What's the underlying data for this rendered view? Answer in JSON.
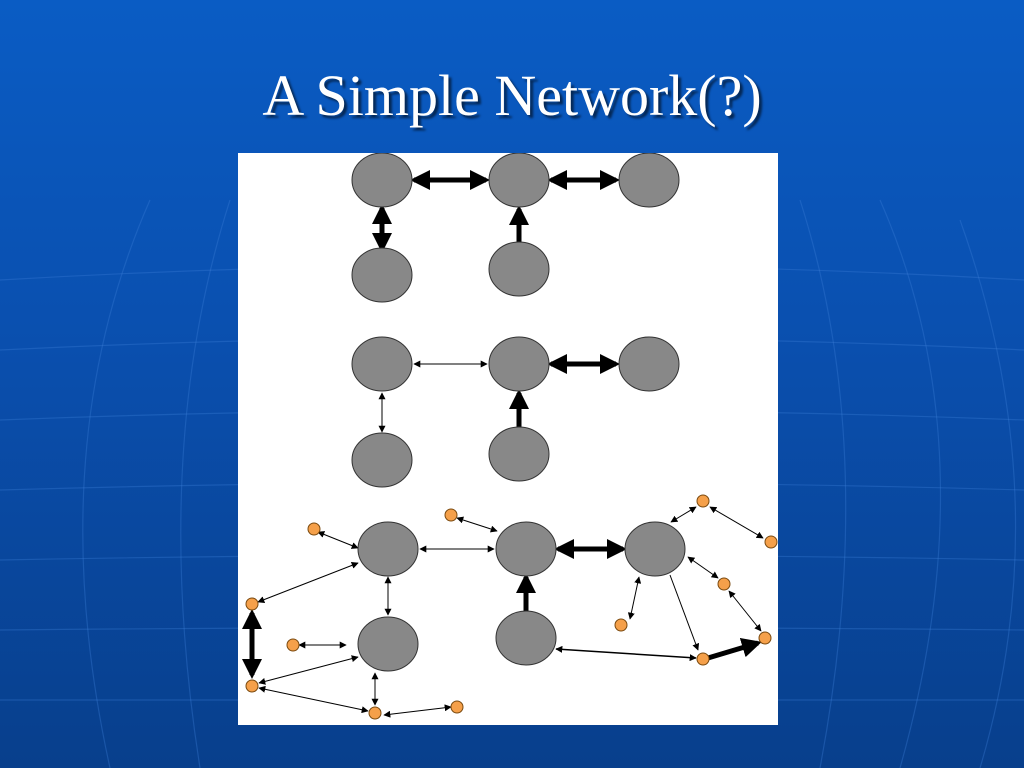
{
  "slide": {
    "title": "A Simple Network(?)"
  },
  "colors": {
    "background": "#0a4fae",
    "panel": "#ffffff",
    "large_node": "#888888",
    "small_node": "#f5a04a",
    "edge": "#000000"
  },
  "diagram": {
    "node_types": [
      "large-node",
      "small-node"
    ],
    "networks": [
      {
        "name": "network-1",
        "edges_weighted": true
      },
      {
        "name": "network-2",
        "edges_weighted": true
      },
      {
        "name": "network-3",
        "edges_weighted": true,
        "has_small_nodes": true
      }
    ]
  }
}
